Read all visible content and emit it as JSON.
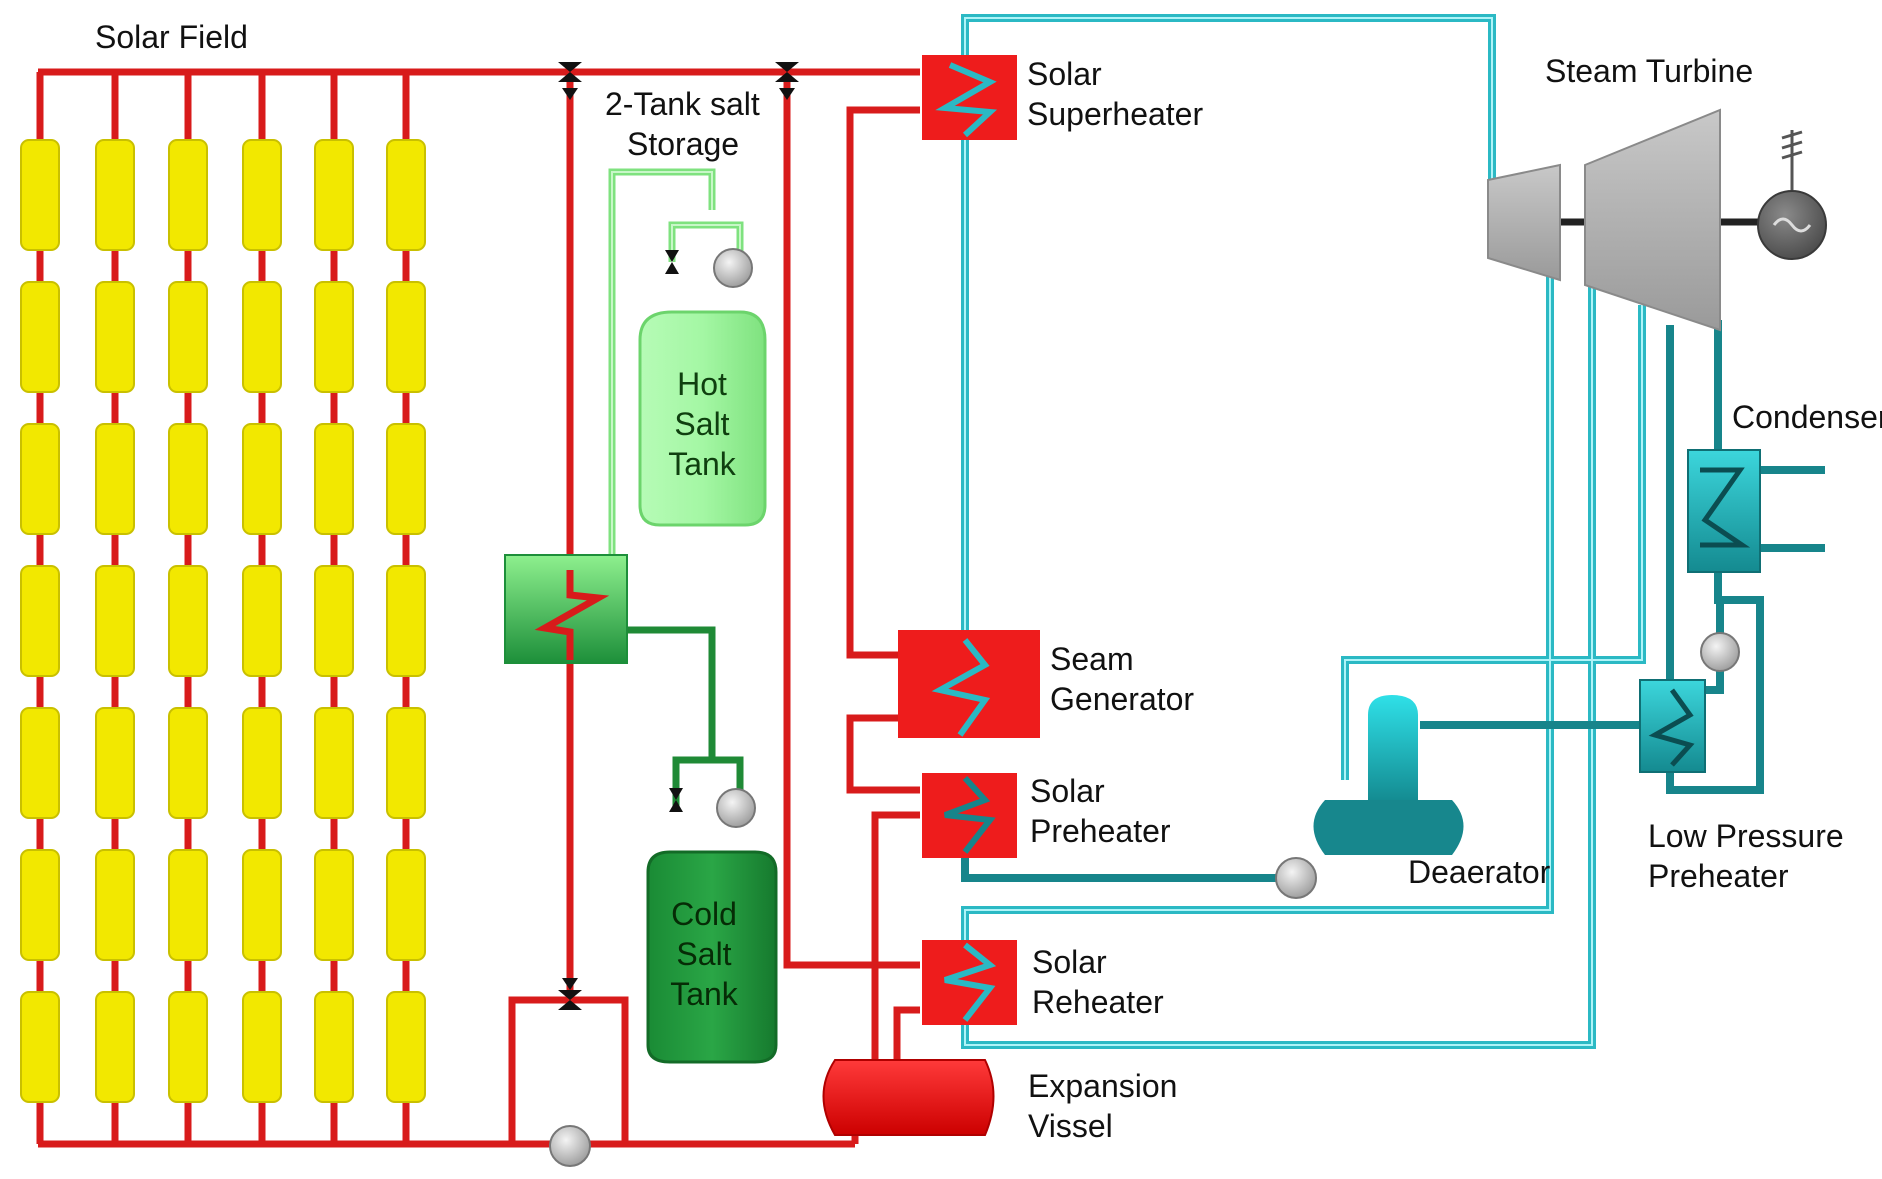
{
  "labels": {
    "solar_field": "Solar Field",
    "storage_line1": "2-Tank salt",
    "storage_line2": "Storage",
    "hot_tank": [
      "Hot",
      "Salt",
      "Tank"
    ],
    "cold_tank": [
      "Cold",
      "Salt",
      "Tank"
    ],
    "superheater": [
      "Solar",
      "Superheater"
    ],
    "steam_generator": [
      "Seam",
      "Generator"
    ],
    "preheater": [
      "Solar",
      "Preheater"
    ],
    "reheater": [
      "Solar",
      "Reheater"
    ],
    "expansion_vessel": [
      "Expansion",
      "Vissel"
    ],
    "steam_turbine": "Steam Turbine",
    "condenser": "Condenser",
    "deaerator": "Deaerator",
    "lp_preheater": [
      "Low Pressure",
      "Preheater"
    ]
  },
  "colors": {
    "htf_loop": "#d81b1b",
    "collector": "#f2e800",
    "hot_salt": "#9cf59c",
    "cold_salt": "#1f9e3a",
    "salt_hx": "#2fa84a",
    "heat_exchanger": "#ee1c1c",
    "steam_line": "#3cc7d2",
    "water_line": "#1a8f95",
    "turbine": "#a9a9a9",
    "generator": "#6b6b6b",
    "pump": "#c8c8c8"
  },
  "solar_field": {
    "rows": 7,
    "columns": 6
  },
  "icons": [
    "valve-icon",
    "pump-icon",
    "generator-icon",
    "heat-exchanger-coil-icon",
    "ground-icon"
  ]
}
